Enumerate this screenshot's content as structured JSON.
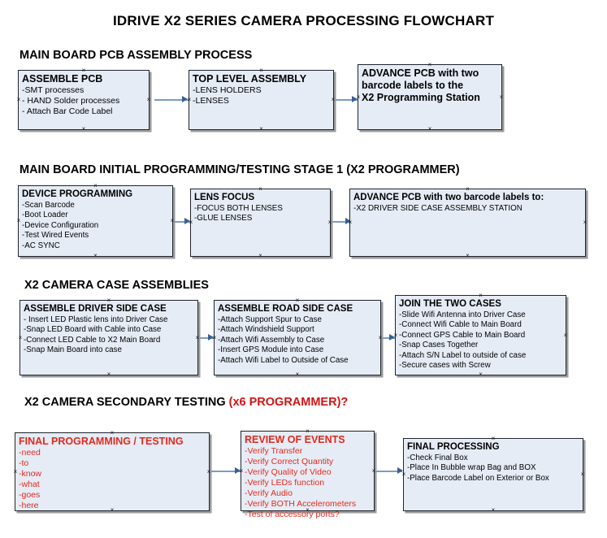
{
  "title": "IDRIVE X2  SERIES CAMERA PROCESSING FLOWCHART",
  "sections": [
    {
      "heading": "MAIN BOARD PCB ASSEMBLY PROCESS",
      "heading_red": "",
      "boxes": [
        {
          "title": "ASSEMBLE PCB",
          "lines": [
            " -SMT processes",
            "- HAND Solder processes",
            "- Attach Bar Code Label"
          ]
        },
        {
          "title": "TOP LEVEL ASSEMBLY",
          "lines": [
            "-LENS HOLDERS",
            "-LENSES"
          ]
        },
        {
          "title": "ADVANCE PCB with two",
          "lines": [
            "barcode labels to the",
            " X2 Programming Station"
          ]
        }
      ]
    },
    {
      "heading": "MAIN BOARD INITIAL PROGRAMMING/TESTING STAGE 1 (X2 PROGRAMMER)",
      "heading_red": "",
      "boxes": [
        {
          "title": "DEVICE PROGRAMMING",
          "lines": [
            "-Scan Barcode",
            "-Boot Loader",
            "-Device Configuration",
            "-Test Wired Events",
            "-AC SYNC"
          ]
        },
        {
          "title": "LENS FOCUS",
          "lines": [
            "-FOCUS BOTH LENSES",
            "-GLUE LENSES"
          ]
        },
        {
          "title": "ADVANCE PCB with two barcode labels to:",
          "lines": [
            "-X2 DRIVER  SIDE  CASE  ASSEMBLY STATION"
          ]
        }
      ]
    },
    {
      "heading": "X2 CAMERA CASE ASSEMBLIES",
      "heading_red": "",
      "boxes": [
        {
          "title": "ASSEMBLE DRIVER SIDE CASE",
          "lines": [
            "- Insert LED Plastic lens into Driver Case",
            "-Snap LED Board with Cable into Case",
            "-Connect LED Cable to X2 Main Board",
            "-Snap Main Board into case"
          ]
        },
        {
          "title": "ASSEMBLE ROAD SIDE CASE",
          "lines": [
            "-Attach Support Spur to Case",
            "-Attach Windshield Support",
            "-Attach Wifi Assembly to Case",
            "-Insert GPS Module into Case",
            "-Attach Wifi Label to Outside of Case"
          ]
        },
        {
          "title": "JOIN THE TWO CASES",
          "lines": [
            "-Slide Wifi Antenna into Driver Case",
            "-Connect Wifi Cable to Main Board",
            "-Connect GPS Cable to Main Board",
            "-Snap Cases Together",
            "-Attach S/N Label to outside of case",
            "-Secure cases with Screw"
          ]
        }
      ]
    },
    {
      "heading": "X2 CAMERA SECONDARY TESTING ",
      "heading_red": "(x6 PROGRAMMER)?",
      "boxes": [
        {
          "title": "FINAL PROGRAMMING / TESTING",
          "lines": [
            "-need",
            "-to",
            "-know",
            "-what",
            "-goes",
            "-here"
          ]
        },
        {
          "title": "REVIEW OF EVENTS",
          "lines": [
            "-Verify Transfer",
            "-Verify Correct Quantity",
            "-Verify Quality of Video",
            "-Verify LEDs function",
            "-Verify Audio",
            "-Verify BOTH Accelerometers",
            "-Test of accessory ports?"
          ]
        },
        {
          "title": "FINAL PROCESSING",
          "lines": [
            " -Check Final Box",
            "-Place In Bubble wrap Bag and BOX",
            "-Place Barcode Label on Exterior or Box"
          ]
        }
      ]
    }
  ],
  "colors": {
    "box_fill": "#e6ecf6",
    "box_border": "#20242b",
    "box_shadow": "#9a9a9a",
    "connector": "#7c9cc0",
    "arrow": "#3a5f95",
    "red_text": "#e02b1d",
    "red_heading": "#d01414"
  },
  "handle_glyph": "×"
}
